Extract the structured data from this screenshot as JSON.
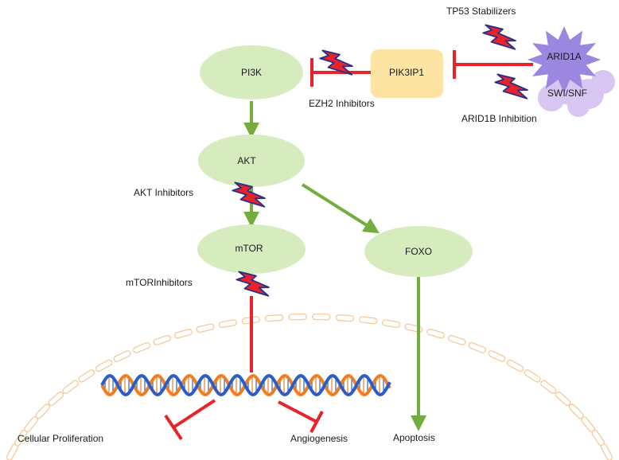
{
  "nodes": {
    "pi3k": "PI3K",
    "pik3ip1": "PIK3IP1",
    "arid1a": "ARID1A",
    "swisnf": "SWI/SNF",
    "akt": "AKT",
    "mtor": "mTOR",
    "foxo": "FOXO"
  },
  "annotations": {
    "tp53": "TP53 Stabilizers",
    "ezh2": "EZH2 Inhibitors",
    "arid1b": "ARID1B Inhibition",
    "akt_inhibitors": "AKT Inhibitors",
    "mtor_inhibitors": "mTORInhibitors"
  },
  "outcomes": {
    "proliferation": "Cellular Proliferation",
    "angiogenesis": "Angiogenesis",
    "apoptosis": "Apoptosis"
  },
  "colors": {
    "node_fill": "#d6ebbe",
    "pik3ip1_fill": "#fde4a3",
    "arid_fill": "#9b86e0",
    "swisnf_fill": "#d7c6f1",
    "activation_arrow": "#74ad3f",
    "inhibition": "#e8232a",
    "membrane": "#f5c99a",
    "dna_orange": "#f07f23",
    "dna_blue": "#2a5fc8"
  }
}
